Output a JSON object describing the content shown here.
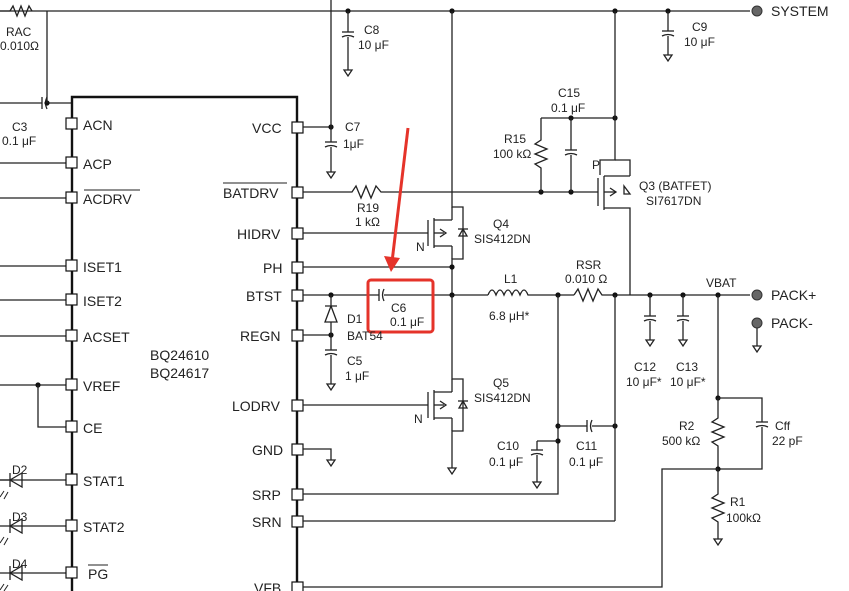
{
  "chip": {
    "part1": "BQ24610",
    "part2": "BQ24617",
    "left_pins": [
      "ACN",
      "ACP",
      "ACDRV",
      "ISET1",
      "ISET2",
      "ACSET",
      "VREF",
      "CE",
      "STAT1",
      "STAT2",
      "PG"
    ],
    "right_pins": [
      "VCC",
      "BATDRV",
      "HIDRV",
      "PH",
      "BTST",
      "REGN",
      "LODRV",
      "GND",
      "SRP",
      "SRN",
      "VFB"
    ]
  },
  "components": {
    "rac": {
      "name": "RAC",
      "value": "0.010Ω"
    },
    "c3": {
      "name": "C3",
      "value": "0.1 μF"
    },
    "c8": {
      "name": "C8",
      "value": "10 μF"
    },
    "c9": {
      "name": "C9",
      "value": "10 μF"
    },
    "c7": {
      "name": "C7",
      "value": "1μF"
    },
    "c15": {
      "name": "C15",
      "value": "0.1 μF"
    },
    "r15": {
      "name": "R15",
      "value": "100 kΩ"
    },
    "q3": {
      "name": "Q3 (BATFET)",
      "part": "SI7617DN",
      "type": "P"
    },
    "r19": {
      "name": "R19",
      "value": "1 kΩ"
    },
    "q4": {
      "name": "Q4",
      "part": "SIS412DN",
      "type": "N"
    },
    "c6": {
      "name": "C6",
      "value": "0.1 μF"
    },
    "l1": {
      "name": "L1",
      "value": "6.8 μH*"
    },
    "rsr": {
      "name": "RSR",
      "value": "0.010 Ω"
    },
    "d1": {
      "name": "D1",
      "part": "BAT54"
    },
    "c5": {
      "name": "C5",
      "value": "1 μF"
    },
    "q5": {
      "name": "Q5",
      "part": "SIS412DN",
      "type": "N"
    },
    "c10": {
      "name": "C10",
      "value": "0.1 μF"
    },
    "c11": {
      "name": "C11",
      "value": "0.1 μF"
    },
    "c12": {
      "name": "C12",
      "value": "10 μF*"
    },
    "c13": {
      "name": "C13",
      "value": "10 μF*"
    },
    "r2": {
      "name": "R2",
      "value": "500 kΩ"
    },
    "cff": {
      "name": "Cff",
      "value": "22 pF"
    },
    "r1": {
      "name": "R1",
      "value": "100kΩ"
    },
    "d2": {
      "name": "D2"
    },
    "d3": {
      "name": "D3"
    },
    "d4": {
      "name": "D4"
    }
  },
  "nets": {
    "system": "SYSTEM",
    "vbat": "VBAT",
    "pack_plus": "PACK+",
    "pack_minus": "PACK-"
  },
  "annotation": {
    "highlight_color": "#e5332a",
    "arrow_color": "#e5332a",
    "target": "C6"
  }
}
